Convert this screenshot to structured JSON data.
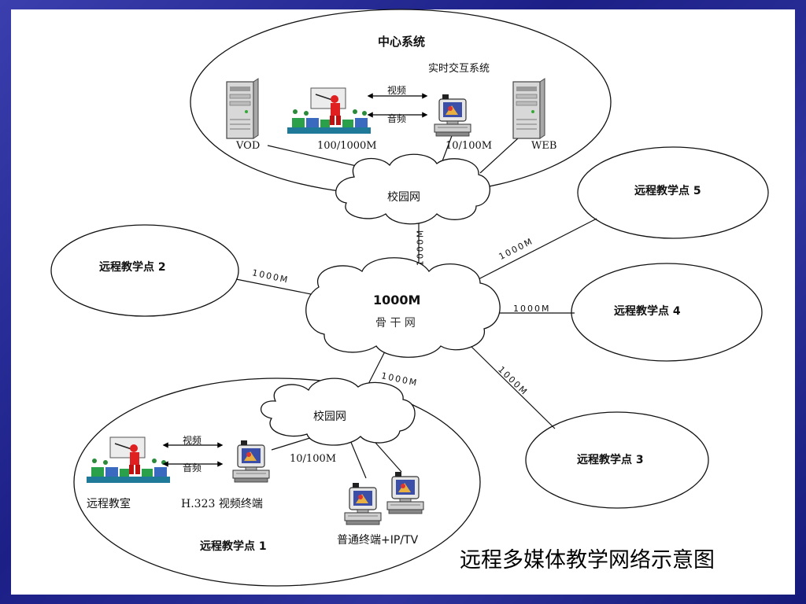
{
  "diagram": {
    "caption": "远程多媒体教学网络示意图",
    "center_system": {
      "title": "中心系统",
      "realtime": "实时交互系统",
      "video_label": "视频",
      "audio_label": "音频",
      "vod": "VOD",
      "speed_100_1000": "100/1000M",
      "speed_10_100": "10/100M",
      "web": "WEB",
      "campus_net": "校园网"
    },
    "backbone": {
      "speed": "1000M",
      "name": "骨 干 网"
    },
    "links": {
      "up": "1000M",
      "left": "1000M",
      "right": "1000M",
      "upper_right": "1000M",
      "lower_right": "1000M",
      "down": "1000M"
    },
    "sites": {
      "site1": "远程教学点 1",
      "site2": "远程教学点 2",
      "site3": "远程教学点 3",
      "site4": "远程教学点 4",
      "site5": "远程教学点 5"
    },
    "site1_detail": {
      "campus_net": "校园网",
      "speed_10_100": "10/100M",
      "video_label": "视频",
      "audio_label": "音频",
      "classroom": "远程教室",
      "h323": "H.323 视频终端",
      "terminal": "普通终端+IP/TV"
    }
  }
}
